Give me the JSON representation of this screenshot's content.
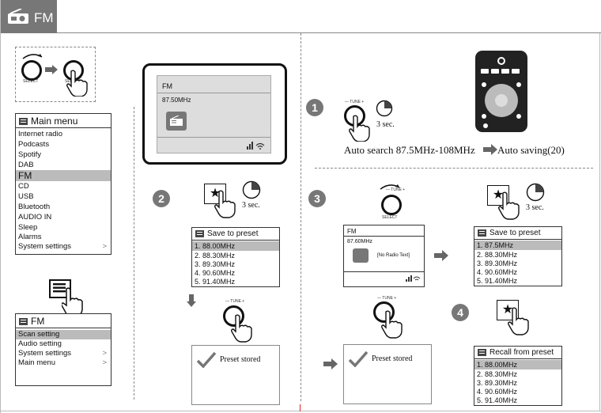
{
  "header": {
    "title": "FM"
  },
  "controls": {
    "select_label": "SELECT",
    "tune_label": "— TUNE +"
  },
  "main_menu": {
    "title": "Main menu",
    "items": [
      "Internet radio",
      "Podcasts",
      "Spotify",
      "DAB",
      "FM",
      "CD",
      "USB",
      "Bluetooth",
      "AUDIO IN",
      "Sleep",
      "Alarms",
      "System settings"
    ],
    "selected": "FM",
    "arrow": ">"
  },
  "fm_menu": {
    "title": "FM",
    "items": [
      "Scan setting",
      "Audio setting",
      "System settings",
      "Main menu"
    ],
    "selected": "Scan setting",
    "arrow": ">"
  },
  "radio_display": {
    "station": "FM",
    "frequency": "87.50MHz"
  },
  "step1": {
    "number": "1",
    "hold_time": "3 sec.",
    "caption": "Auto search 87.5MHz-108MHz",
    "result": "Auto saving(20)"
  },
  "step2": {
    "number": "2",
    "hold_time": "3 sec.",
    "panel_title": "Save to preset",
    "presets": [
      "1.  88.00MHz",
      "2.  88.30MHz",
      "3.  89.30MHz",
      "4.  90.60MHz",
      "5.  91.40MHz"
    ],
    "stored": "Preset stored"
  },
  "step3": {
    "number": "3",
    "hold_time": "3 sec.",
    "display_station": "FM",
    "display_frequency": "87.60MHz",
    "display_text": "[No Radio Text]",
    "panel_title": "Save to preset",
    "presets": [
      "1.  87.5MHz",
      "2.  88.30MHz",
      "3.  89.30MHz",
      "4.  90.60MHz",
      "5.  91.40MHz"
    ],
    "stored": "Preset stored"
  },
  "step4": {
    "number": "4",
    "panel_title": "Recall from preset",
    "presets": [
      "1.  88.00MHz",
      "2.  88.30MHz",
      "3.  89.30MHz",
      "4.  90.60MHz",
      "5.  91.40MHz"
    ]
  },
  "icons": [
    "radio-icon",
    "menu-icon",
    "hand-pointer-icon",
    "timer-icon",
    "star-icon",
    "checkmark-icon",
    "signal-icon",
    "wifi-icon",
    "remote-control-icon"
  ],
  "colors": {
    "header_bg": "#777777",
    "highlight": "#bbbbbb",
    "accent_red": "#dd2222"
  }
}
